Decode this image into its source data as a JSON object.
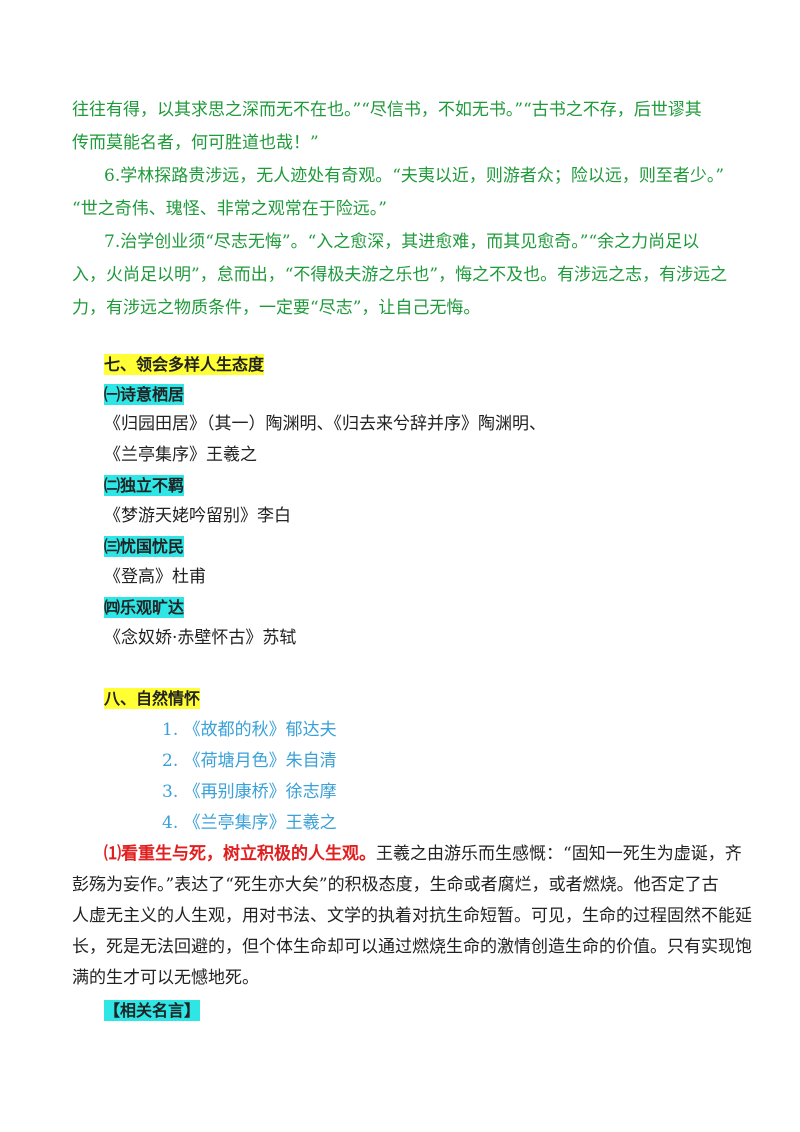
{
  "green_paragraphs": {
    "p1_line1": "往往有得，以其求思之深而无不在也。”“尽信书，不如无书。”“古书之不存，后世谬其",
    "p1_line2": "传而莫能名者，何可胜道也哉！”",
    "p6_line1": "6.学林探路贵涉远，无人迹处有奇观。“夫夷以近，则游者众；险以远，则至者少。”",
    "p6_line2": "“世之奇伟、瑰怪、非常之观常在于险远。”",
    "p7_line1": "7.治学创业须“尽志无悔”。“入之愈深，其进愈难，而其见愈奇。”“余之力尚足以",
    "p7_line2": "入，火尚足以明”，怠而出，“不得极夫游之乐也”，悔之不及也。有涉远之志，有涉远之",
    "p7_line3": "力，有涉远之物质条件，一定要“尽志”，让自己无悔。"
  },
  "section7": {
    "title": "七、领会多样人生态度",
    "sub1": "㈠诗意栖居",
    "sub1_line1": "《归园田居》（其一）陶渊明、《归去来兮辞并序》陶渊明、",
    "sub1_line2": "《兰亭集序》王羲之",
    "sub2": "㈡独立不羁",
    "sub2_line1": "《梦游天姥吟留别》李白",
    "sub3": "㈢忧国忧民",
    "sub3_line1": "《登高》杜甫",
    "sub4": "㈣乐观旷达",
    "sub4_line1": "《念奴娇·赤壁怀古》苏轼"
  },
  "section8": {
    "title": "八、自然情怀",
    "items": [
      "1.  《故都的秋》郁达夫",
      "2.  《荷塘月色》朱自清",
      "3.  《再别康桥》徐志摩",
      "4.  《兰亭集序》王羲之"
    ],
    "para_red": "⑴看重生与死，树立积极的人生观。",
    "para_line1_rest": "王羲之由游乐而生感慨：“固知一死生为虚诞，齐",
    "para_line2": "彭殇为妄作。”表达了“死生亦大矣”的积极态度，生命或者腐烂，或者燃烧。他否定了古",
    "para_line3": "人虚无主义的人生观，用对书法、文学的执着对抗生命短暂。可见，生命的过程固然不能延",
    "para_line4": "长，死是无法回避的，但个体生命却可以通过燃烧生命的激情创造生命的价值。只有实现饱",
    "para_line5": "满的生才可以无憾地死。",
    "related": "【相关名言】"
  }
}
